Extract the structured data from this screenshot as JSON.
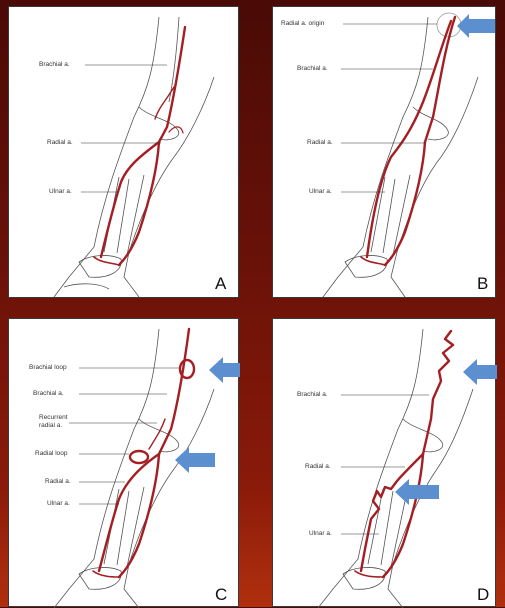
{
  "panels": [
    {
      "letter": "A",
      "labels": {
        "brachial": "Brachial a.",
        "radial": "Radial a.",
        "ulnar": "Ulnar a."
      }
    },
    {
      "letter": "B",
      "labels": {
        "origin": "Radial a. origin",
        "brachial": "Brachial a.",
        "radial": "Radial a.",
        "ulnar": "Ulnar a."
      }
    },
    {
      "letter": "C",
      "labels": {
        "brachial_loop": "Brachial loop",
        "brachial": "Brachial a.",
        "recurrent_1": "Recurrent",
        "recurrent_2": "radial a.",
        "radial_loop": "Radial loop",
        "radial": "Radial a.",
        "ulnar": "Ulnar a."
      }
    },
    {
      "letter": "D",
      "labels": {
        "brachial": "Brachial a.",
        "radial": "Radial a.",
        "ulnar": "Ulnar a."
      }
    }
  ],
  "colors": {
    "artery": "#a31f24",
    "arrow": "#5b8fd0",
    "outline": "#555555",
    "background": "#6b1208"
  }
}
